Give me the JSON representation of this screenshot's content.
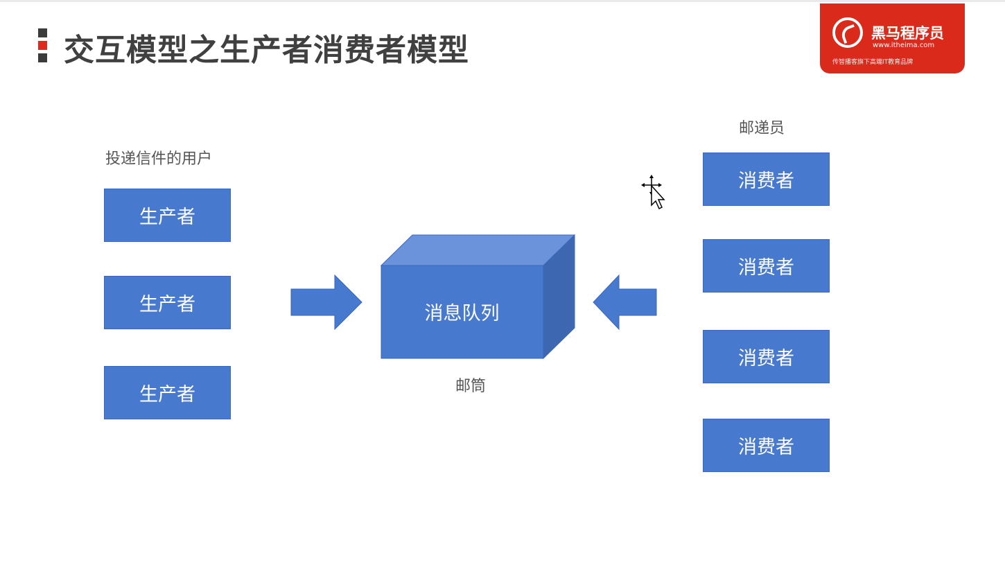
{
  "slide": {
    "title": "交互模型之生产者消费者模型"
  },
  "logo": {
    "name": "黑马程序员",
    "url": "www.itheima.com",
    "slogan": "传智播客旗下高端IT教育品牌"
  },
  "producers": {
    "caption": "投递信件的用户",
    "items": [
      "生产者",
      "生产者",
      "生产者"
    ]
  },
  "queue": {
    "label": "消息队列",
    "caption": "邮筒"
  },
  "consumers": {
    "caption": "邮递员",
    "items": [
      "消费者",
      "消费者",
      "消费者",
      "消费者"
    ]
  },
  "colors": {
    "box_fill": "#4779cf",
    "box_border": "#3a68bb",
    "cube_top": "#6a93dc",
    "cube_side": "#3e67b2",
    "logo_red": "#d92a1c",
    "title_text": "#404040"
  }
}
